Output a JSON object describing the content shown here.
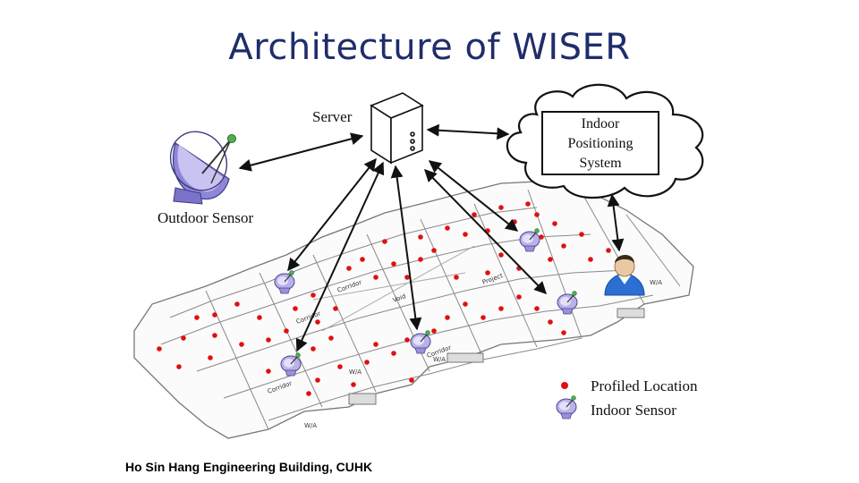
{
  "title": "Architecture of WISER",
  "nodes": {
    "server": "Server",
    "outdoor_sensor": "Outdoor Sensor",
    "ips_line1": "Indoor",
    "ips_line2": "Positioning",
    "ips_line3": "System"
  },
  "floorplan_labels": {
    "corridor1": "Corridor",
    "corridor2": "Corridor",
    "corridor3": "Corridor",
    "corridor4": "Corridor",
    "void": "Void",
    "project": "Project",
    "wa1": "W/A",
    "wa2": "W/A",
    "wa3": "W/A",
    "wa4": "W/A"
  },
  "legend": {
    "profiled_location": "Profiled Location",
    "indoor_sensor": "Indoor Sensor"
  },
  "caption": "Ho Sin Hang Engineering Building, CUHK",
  "colors": {
    "title": "#1f2d6b",
    "profiled_dot": "#e01010",
    "sensor": "#8a7fd1"
  }
}
